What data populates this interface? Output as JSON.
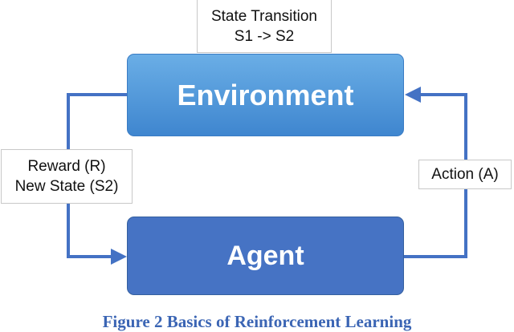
{
  "nodes": {
    "environment": "Environment",
    "agent": "Agent"
  },
  "labels": {
    "state_transition": [
      "State Transition",
      "S1 -> S2"
    ],
    "reward": [
      "Reward (R)",
      "New State (S2)"
    ],
    "action": "Action (A)"
  },
  "caption": "Figure 2 Basics of Reinforcement Learning",
  "colors": {
    "environment": "#4a94da",
    "agent": "#4673c4",
    "arrows": "#4472c4",
    "caption": "#3b65b4"
  }
}
